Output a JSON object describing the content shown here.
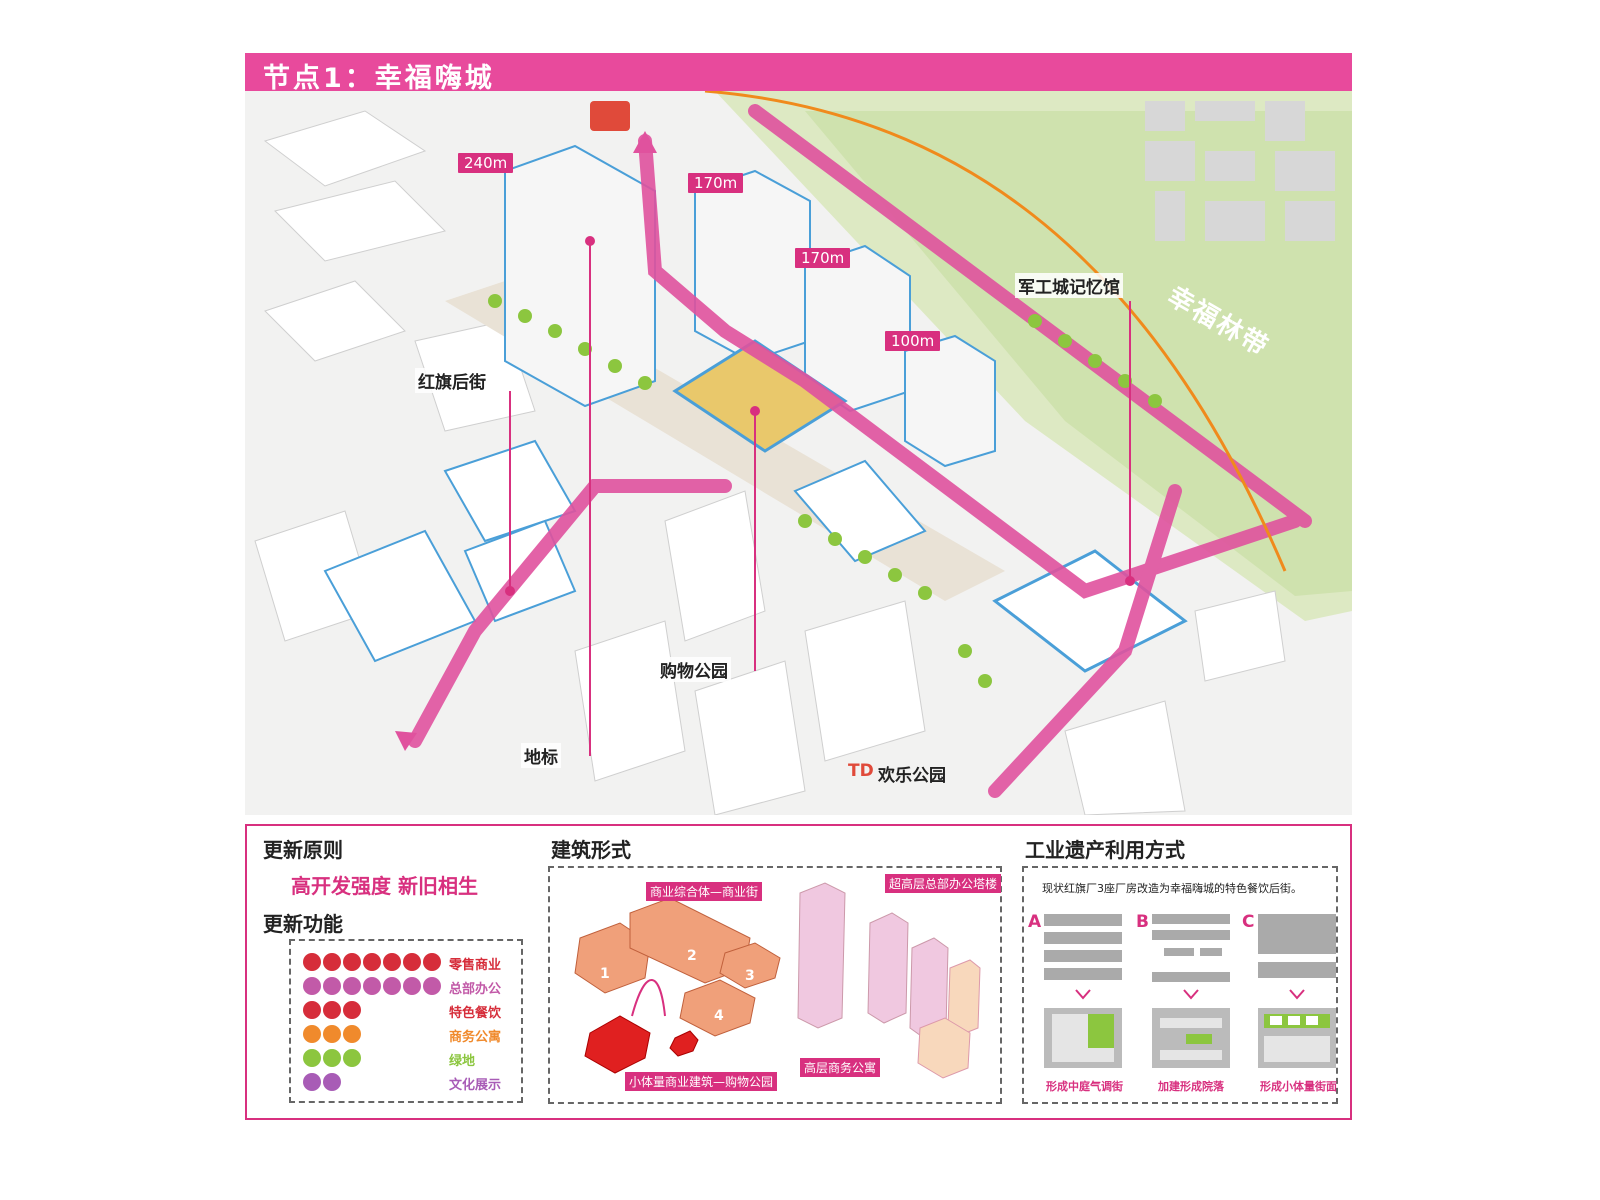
{
  "header": {
    "title": "节点1：幸福嗨城"
  },
  "map": {
    "heights": [
      {
        "label": "240m"
      },
      {
        "label": "170m"
      },
      {
        "label": "170m"
      },
      {
        "label": "100m"
      }
    ],
    "labels": {
      "hongqi": "红旗后街",
      "shopping_park": "购物公园",
      "landmark": "地标",
      "museum": "军工城记忆馆",
      "forest": "幸福林带",
      "happy_park": "欢乐公园",
      "td_mark": "TD"
    },
    "colors": {
      "pink": "#d8307f",
      "blue": "#4a9fd8",
      "orange": "#f08a1c",
      "green": "#8cc63f"
    }
  },
  "bottom": {
    "principles_title": "更新原则",
    "principles_text": "高开发强度  新旧相生",
    "functions_title": "更新功能",
    "legend": [
      {
        "label": "零售商业",
        "count": 7,
        "color": "#d62d3a"
      },
      {
        "label": "总部办公",
        "count": 7,
        "color": "#c25aa8"
      },
      {
        "label": "特色餐饮",
        "count": 3,
        "color": "#d62d3a"
      },
      {
        "label": "商务公寓",
        "count": 3,
        "color": "#f08a2c"
      },
      {
        "label": "绿地",
        "count": 3,
        "color": "#8cc63f"
      },
      {
        "label": "文化展示",
        "count": 2,
        "color": "#a85cb6"
      }
    ],
    "arch_title": "建筑形式",
    "arch_tags": {
      "commercial": "商业综合体—商业街",
      "small": "小体量商业建筑—购物公园",
      "tower": "超高层总部办公塔楼",
      "apartment": "高层商务公寓"
    },
    "arch_numbers": [
      "1",
      "2",
      "3",
      "4"
    ],
    "industrial_title": "工业遗产利用方式",
    "industrial_desc": "现状红旗厂3座厂房改造为幸福嗨城的特色餐饮后街。",
    "options": [
      {
        "letter": "A",
        "caption": "形成中庭气调街"
      },
      {
        "letter": "B",
        "caption": "加建形成院落"
      },
      {
        "letter": "C",
        "caption": "形成小体量街面"
      }
    ]
  }
}
